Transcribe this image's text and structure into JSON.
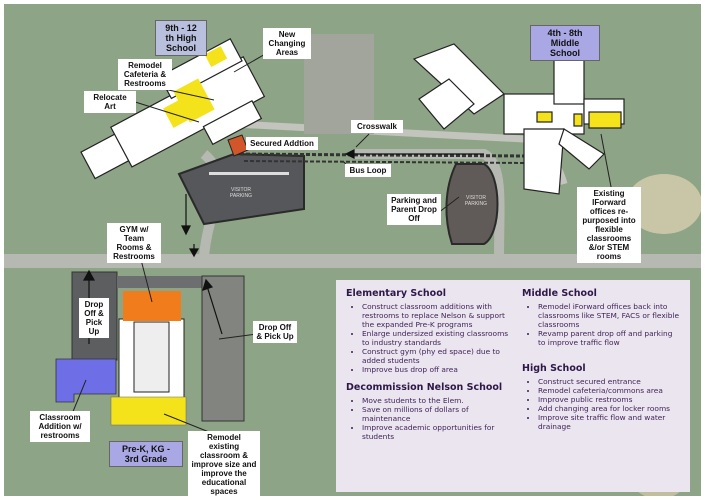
{
  "schools": {
    "high": {
      "title": "9th - 12 th High School",
      "color": "#b9c0dd"
    },
    "middle": {
      "title": "4th - 8th Middle School",
      "color": "#a9a8e4"
    },
    "elementary": {
      "title": "Pre-K, KG -  3rd Grade",
      "color": "#a9a8e4"
    }
  },
  "callouts": {
    "new_changing": "New Changing Areas",
    "remodel_cafeteria": "Remodel Cafeteria & Restrooms",
    "relocate_art": "Relocate Art",
    "secured_addition": "Secured Addtion",
    "crosswalk": "Crosswalk",
    "bus_loop": "Bus Loop",
    "parking_parent": "Parking and Parent Drop Off",
    "iforward": "Existing IForward offices re-purposed into flexible classrooms &/or STEM rooms",
    "gym": "GYM w/ Team Rooms & Restrooms",
    "dropoff_left": "Drop Off & Pick Up",
    "dropoff_right": "Drop Off & Pick Up",
    "classroom_addition": "Classroom Addition w/ restrooms",
    "remodel_existing": "Remodel existing classroom & improve size and improve the educational spaces",
    "visitor_parking_1": "VISITOR PARKING",
    "visitor_parking_2": "VISITOR PARKING"
  },
  "colors": {
    "yellow": "#f4e21a",
    "orange": "#f07c1c",
    "rust": "#d2562a",
    "blue": "#6e6ee6",
    "panel": "#ebe5ef",
    "panel_text": "#3c1f55"
  },
  "panel": {
    "elementary": {
      "heading": "Elementary School",
      "items": [
        "Construct classroom additions with restrooms to replace Nelson & support the expanded Pre-K programs",
        "Enlarge undersized existing classrooms to industry standards",
        "Construct gym (phy ed space) due to added students",
        "Improve bus drop off area"
      ]
    },
    "nelson": {
      "heading": "Decommission Nelson School",
      "items": [
        "Move students to the Elem.",
        "Save on millions of dollars of maintenance",
        "Improve academic opportunities for students"
      ]
    },
    "middle": {
      "heading": "Middle School",
      "items": [
        "Remodel iForward offices back into classrooms like STEM, FACS or flexible classrooms",
        "Revamp parent drop off and parking to improve traffic flow"
      ]
    },
    "high": {
      "heading": "High School",
      "items": [
        "Construct secured entrance",
        "Remodel cafeteria/commons area",
        "Improve public restrooms",
        "Add changing area for locker rooms",
        "Improve site traffic flow and water drainage"
      ]
    }
  }
}
